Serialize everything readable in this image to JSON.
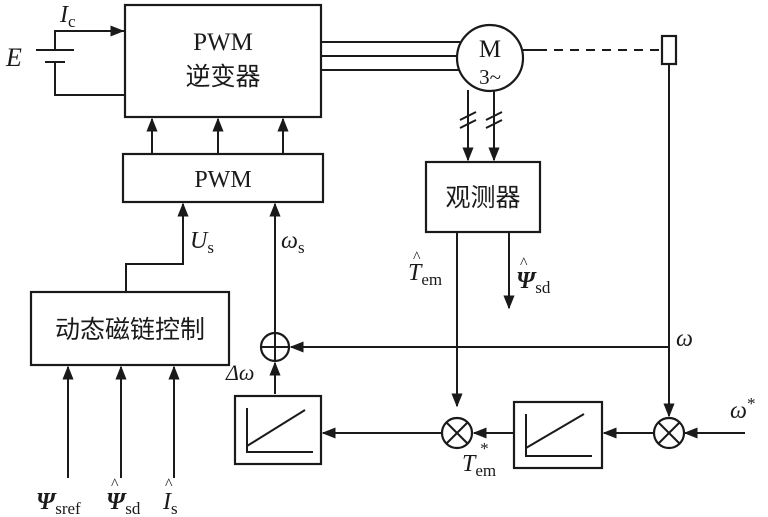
{
  "diagram": {
    "inverter_line1": "PWM",
    "inverter_line2": "逆变器",
    "pwm_block": "PWM",
    "observer": "观测器",
    "dyn_flux_ctrl": "动态磁链控制",
    "motor_M": "M",
    "motor_phase": "3~",
    "E": "E",
    "Ic_main": "I",
    "Ic_sub": "c",
    "Us_main": "U",
    "Us_sub": "s",
    "ws_main": "ω",
    "ws_sub": "s",
    "Tem_hat_main": "T",
    "Tem_hat_sub": "em",
    "psi_sd_hat_main": "Ψ",
    "psi_sd_hat_sub": "sd",
    "omega_fb": "ω",
    "delta_omega": "Δω",
    "tem_star_main": "T",
    "tem_star_sub": "em",
    "tem_star_sup": "*",
    "omega_star_main": "ω",
    "omega_star_sup": "*",
    "in_psi_sref_main": "Ψ",
    "in_psi_sref_sub": "sref",
    "in_psi_sd_main": "Ψ",
    "in_psi_sd_sub": "sd",
    "in_Is_main": "I",
    "in_Is_sub": "s",
    "hat": "^"
  },
  "colors": {
    "ink": "#1a1a1a",
    "paper": "#ffffff"
  }
}
